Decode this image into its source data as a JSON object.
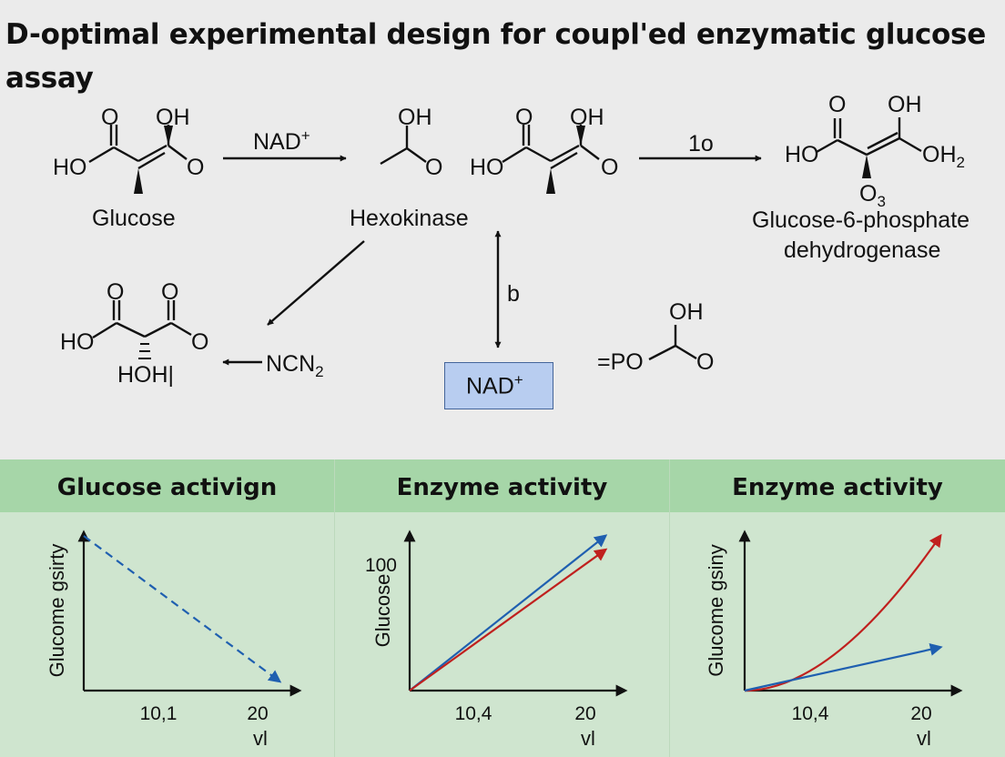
{
  "title": "D-optimal experimental design for coupl'ed enzymatic glucose assay",
  "scheme": {
    "glucose": {
      "label": "Glucose",
      "O_top": "O",
      "OH_top": "OH",
      "HO": "HO",
      "O_right": "O"
    },
    "arrow1_label": "NAD+",
    "hexokinase": {
      "label": "Hexokinase",
      "OH": "OH",
      "O": "O"
    },
    "mol3": {
      "O_top": "O",
      "OH_top": "OH",
      "HO": "HO",
      "O_right": "O"
    },
    "arrow2_label": "1o",
    "g6pd": {
      "label_line1": "Glucose-6-phosphate",
      "label_line2": "dehydrogenase",
      "O_top": "O",
      "OH_top": "OH",
      "HO": "HO",
      "OH2": "OH2",
      "O3": "O3"
    },
    "b_label": "b",
    "nad_box": "NAD+",
    "phospho": {
      "prefix": "=PO",
      "OH": "OH",
      "O": "O"
    },
    "ncn2": "NCN2",
    "malate": {
      "O_top1": "O",
      "O_top2": "O",
      "HO": "HO",
      "O_right": "O",
      "HOH": "HOH|"
    }
  },
  "panels_header": [
    "Glucose activign",
    "Enzyme activity",
    "Enzyme activity"
  ],
  "chart_data": [
    {
      "type": "line",
      "title": "Glucose activign",
      "ylabel": "Glucome gsirty",
      "xlabel": "vl",
      "x_tick_labels": [
        "10,1",
        "20"
      ],
      "series": [
        {
          "color": "#1f5fb0",
          "style": "dashed",
          "x": [
            0,
            20
          ],
          "y": [
            1.0,
            0.06
          ]
        }
      ]
    },
    {
      "type": "line",
      "title": "Enzyme activity",
      "ylabel": "Glucose",
      "xlabel": "vl",
      "x_tick_labels": [
        "10,4",
        "20"
      ],
      "y_tick_labels": [
        "100"
      ],
      "series": [
        {
          "color": "#1f5fb0",
          "style": "solid",
          "x": [
            0,
            20
          ],
          "y": [
            0,
            1.0
          ]
        },
        {
          "color": "#c0201e",
          "style": "solid",
          "x": [
            0,
            20
          ],
          "y": [
            0,
            0.91
          ]
        }
      ]
    },
    {
      "type": "line",
      "title": "Enzyme activity",
      "ylabel": "Glucome gsiny",
      "xlabel": "vl",
      "x_tick_labels": [
        "10,4",
        "20"
      ],
      "series": [
        {
          "color": "#c0201e",
          "style": "solid",
          "curve": "convex",
          "x": [
            0,
            20
          ],
          "y": [
            0,
            1.0
          ]
        },
        {
          "color": "#1f5fb0",
          "style": "solid",
          "x": [
            0,
            20
          ],
          "y": [
            0,
            0.28
          ]
        }
      ]
    }
  ]
}
